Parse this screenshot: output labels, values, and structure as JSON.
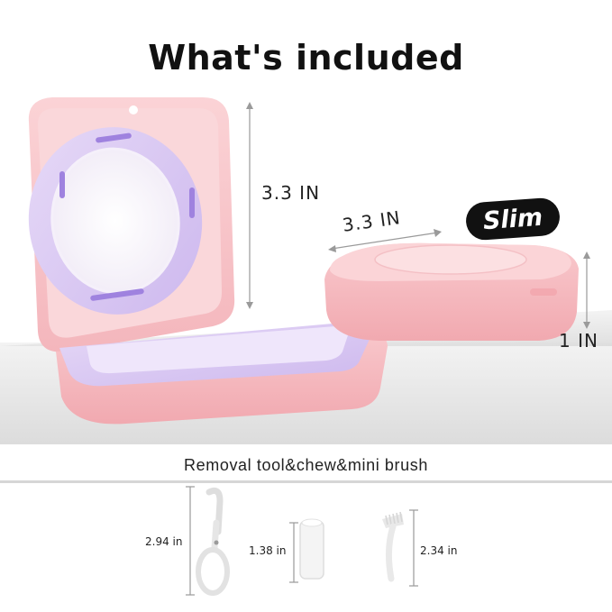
{
  "header": {
    "title": "What's included"
  },
  "case_open": {
    "height_label": "3.3 IN"
  },
  "case_closed": {
    "width_label": "3.3 IN",
    "thickness_label": "1 IN",
    "badge": "Slim"
  },
  "accessories": {
    "heading": "Removal tool&chew&mini brush",
    "items": [
      {
        "name": "removal-tool",
        "size_label": "2.94 in"
      },
      {
        "name": "chew",
        "size_label": "1.38 in"
      },
      {
        "name": "mini-brush",
        "size_label": "2.34 in"
      }
    ]
  },
  "colors": {
    "case_pink": "#f7c4c8",
    "lining_lavender": "#d8c4f0",
    "ring_purple": "#b89ee8",
    "badge_black": "#111111"
  }
}
